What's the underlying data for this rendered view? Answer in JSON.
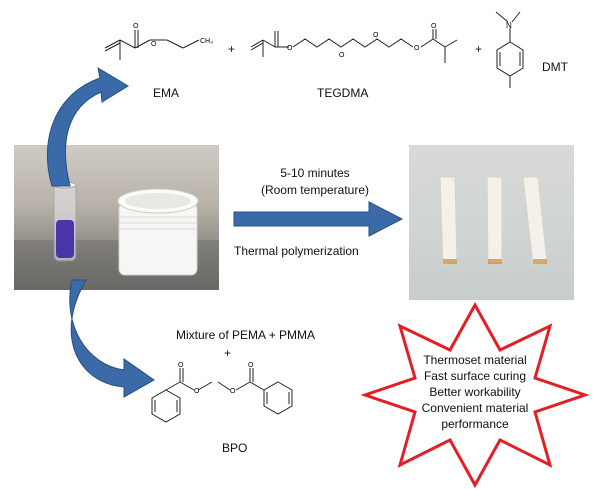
{
  "monomers": {
    "ema": "EMA",
    "tegdma": "TEGDMA",
    "dmt": "DMT",
    "plus1": "+",
    "plus2": "+"
  },
  "process": {
    "time": "5-10 minutes",
    "condition": "(Room temperature)",
    "method": "Thermal polymerization"
  },
  "powder": {
    "mixture": "Mixture of PEMA + PMMA",
    "plus": "+",
    "initiator": "BPO"
  },
  "properties": [
    "Thermoset material",
    "Fast surface curing",
    "Better workability",
    "Convenient material",
    "performance"
  ],
  "colors": {
    "arrow_blue": "#3a6aa8",
    "star_red": "#e31e24",
    "liquid_purple": "#5a3fa0",
    "specimen_white": "#f4f1ea"
  }
}
